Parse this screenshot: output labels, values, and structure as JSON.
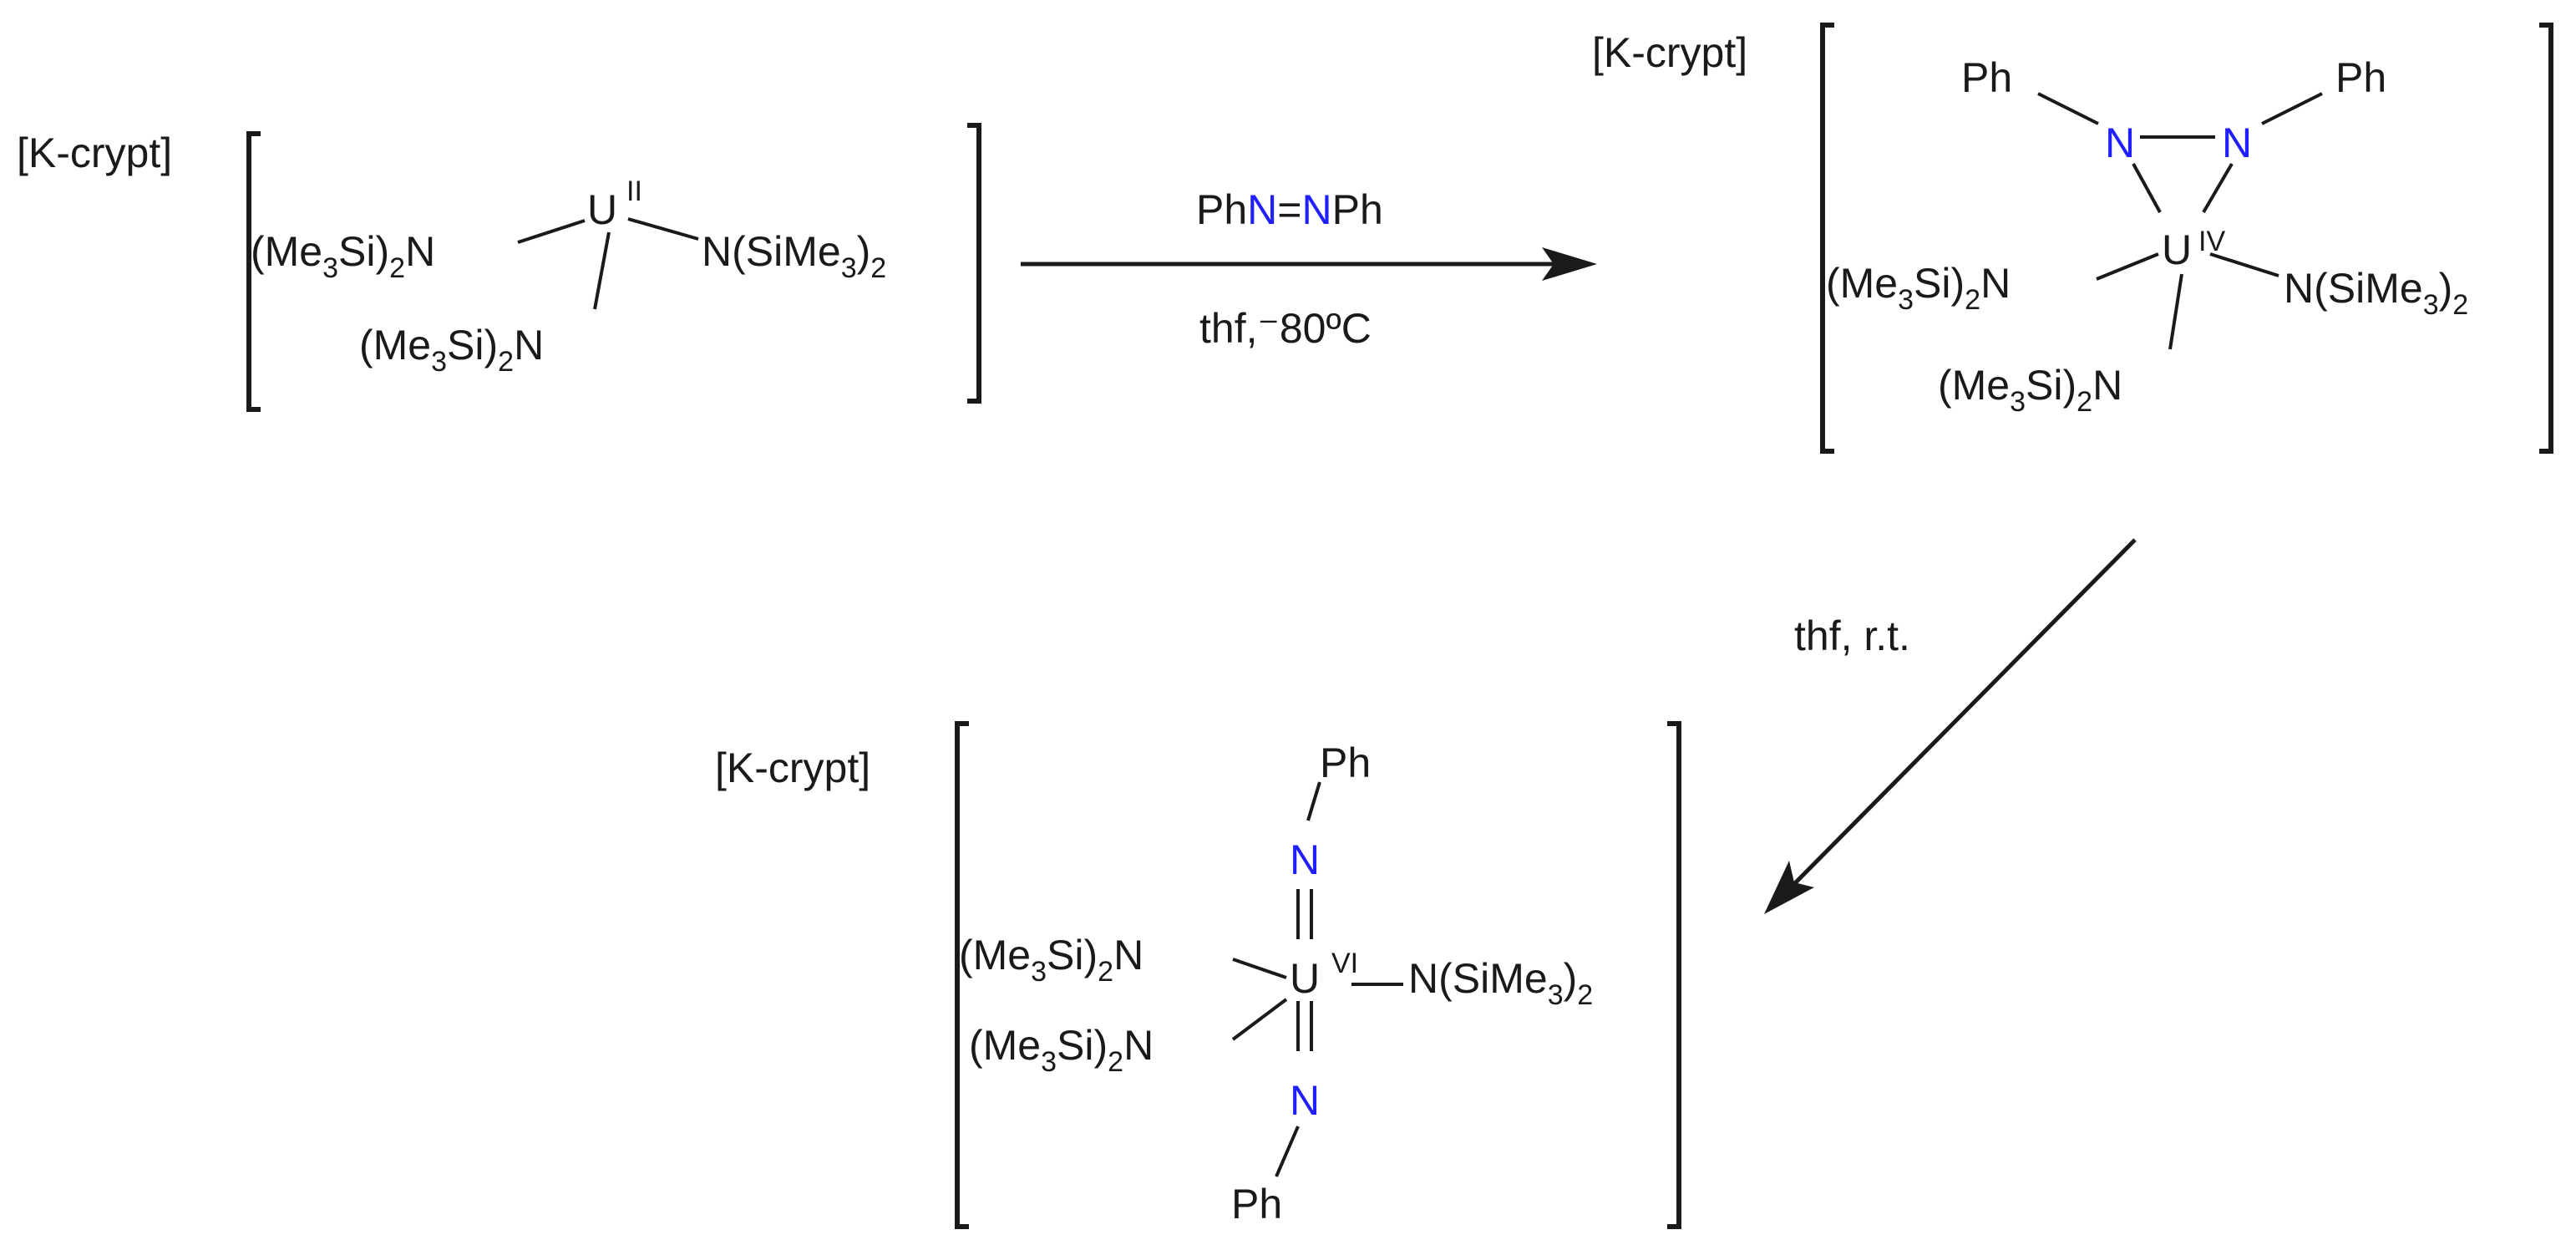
{
  "cation": "[K-crypt]",
  "amide_left": [
    "(Me",
    "3",
    "Si)",
    "2",
    "N"
  ],
  "amide_right": [
    "N(SiMe",
    "3",
    ")",
    "2"
  ],
  "uranium": "U",
  "ox_states": {
    "start": "II",
    "intermediate": "IV",
    "product": "VI"
  },
  "ligand_N": "N",
  "phenyl": "Ph",
  "reaction1": {
    "reagent_parts": [
      "Ph",
      "N",
      "=",
      "N",
      "Ph"
    ],
    "conditions": "thf,⁻80ºC"
  },
  "reaction2": {
    "conditions": "thf, r.t."
  },
  "colors": {
    "nitrogen_highlight": "#1f1fff",
    "ink": "#1a1a1a"
  }
}
